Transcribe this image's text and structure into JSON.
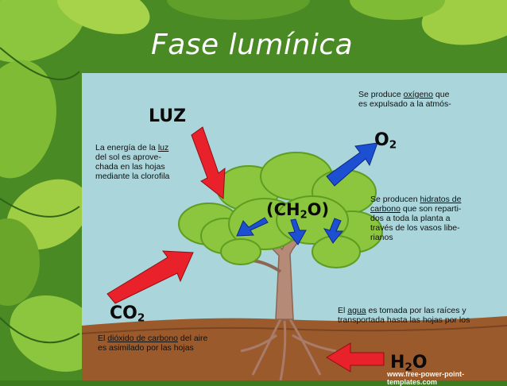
{
  "title": "Fase lumínica",
  "labels": {
    "luz": "LUZ",
    "o2": {
      "main": "O",
      "sub": "2"
    },
    "co2": {
      "main": "CO",
      "sub": "2"
    },
    "h2o": {
      "pre": "H",
      "sub": "2",
      "post": "O"
    },
    "ch2o": {
      "pre": "(CH",
      "sub": "2",
      "post": "O)"
    }
  },
  "texts": {
    "luz": {
      "a": "La energía de la ",
      "u": "luz",
      "b": " del sol es aprove-",
      "c": "chada en las hojas",
      "d": "mediante la clorofila"
    },
    "oxigeno": {
      "a": "Se produce ",
      "u": "oxígeno",
      "b": " que",
      "c": "es expulsado a la atmós-"
    },
    "hidratos": {
      "a": "Se producen ",
      "u": "hidratos de",
      "u2": "carbono",
      "b": " que son reparti-",
      "c": "dos a toda la planta a",
      "d": "través de los vasos libe-",
      "e": "rianos"
    },
    "agua": {
      "a": "El ",
      "u": "agua",
      "b": " es tomada por las raíces y",
      "c": "transportada hasta las hojas por los"
    },
    "co2": {
      "a": "El ",
      "u": "dióxido de carbono",
      "b": " del aire",
      "c": "es asimilado por las hojas"
    }
  },
  "credit": "www.free-power-point-templates.com",
  "colors": {
    "sky": "#a9d5db",
    "ground": "#9b5a2b",
    "leaf": "#8cc63f",
    "red_arrow": "#e8212b",
    "blue_arrow": "#1c4fd1"
  }
}
